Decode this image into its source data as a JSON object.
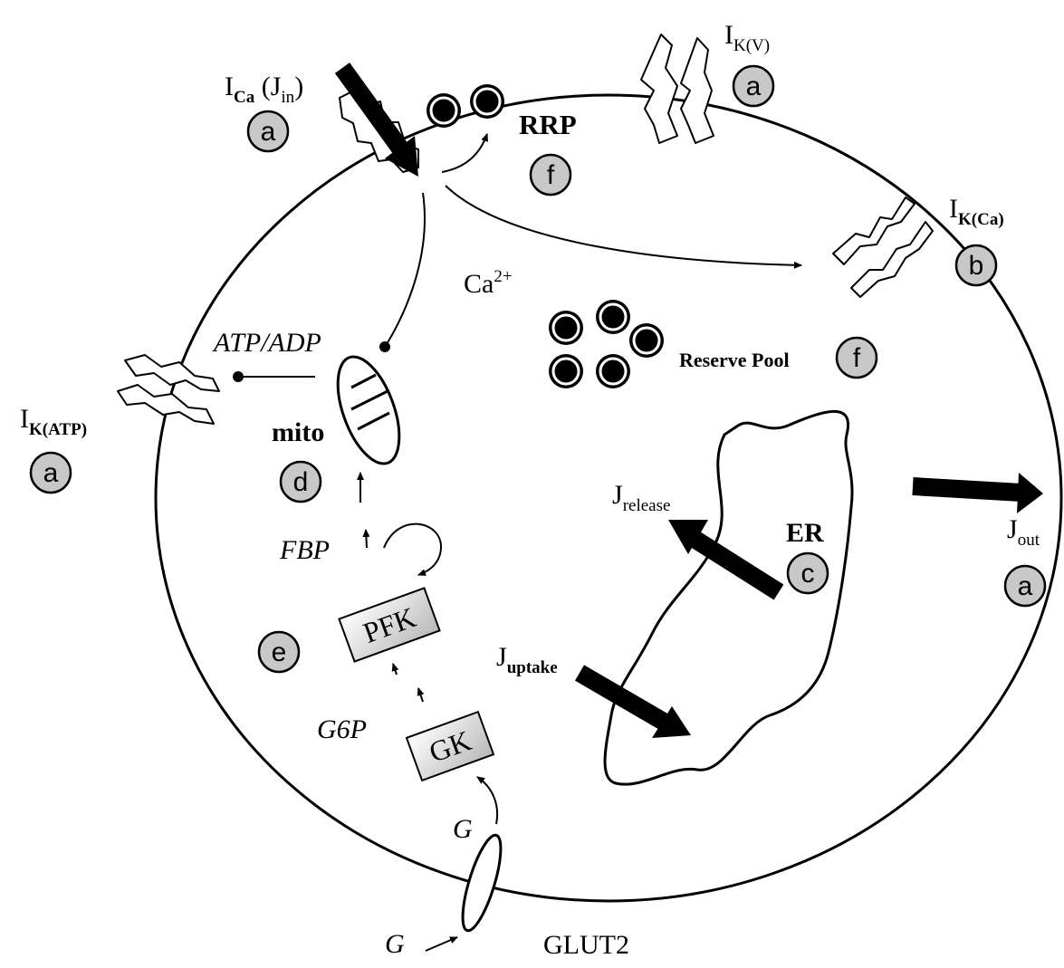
{
  "labels": {
    "ica_main": "I",
    "ica_sub": "Ca",
    "ica_paren_open": " (J",
    "ica_paren_sub": "in",
    "ica_paren_close": ")",
    "ikv_main": "I",
    "ikv_sub": "K(V)",
    "ikca_main": "I",
    "ikca_sub": "K(Ca)",
    "ikatp_main": "I",
    "ikatp_sub": "K(ATP)",
    "rrp": "RRP",
    "ca2_main": "Ca",
    "ca2_sup": "2+",
    "reserve_pool": "Reserve Pool",
    "atp_adp": "ATP/ADP",
    "mito": "mito",
    "er": "ER",
    "jrelease_main": "J",
    "jrelease_sub": "release",
    "juptake_main": "J",
    "juptake_sub": "uptake",
    "jout_main": "J",
    "jout_sub": "out",
    "fbp": "FBP",
    "g6p": "G6P",
    "g_inside": "G",
    "g_outside": "G",
    "glut2": "GLUT2",
    "pfk": "PFK",
    "gk": "GK"
  },
  "badges": {
    "ica": "a",
    "ikv": "a",
    "ikca": "b",
    "ikatp": "a",
    "rrp": "f",
    "reserve": "f",
    "mito": "d",
    "er": "c",
    "jout": "a",
    "glycolysis": "e"
  }
}
